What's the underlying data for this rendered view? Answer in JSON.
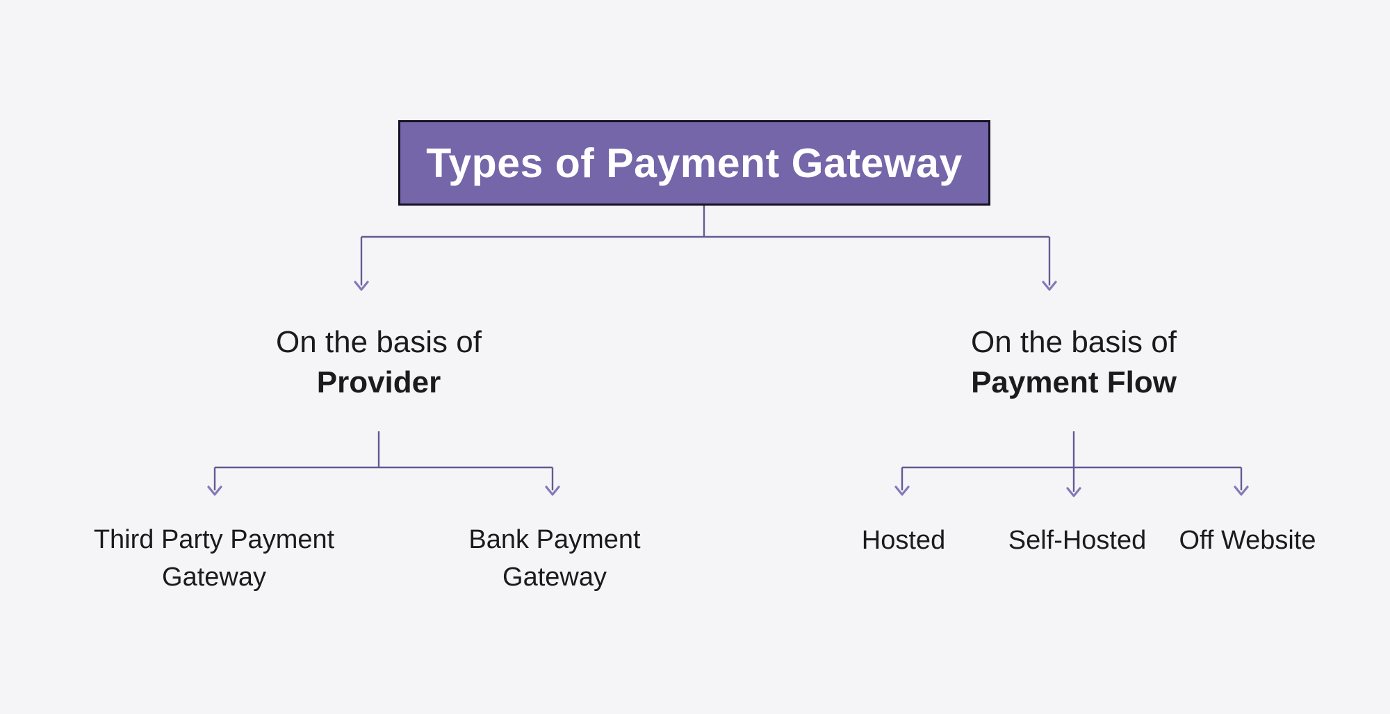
{
  "page": {
    "background_color": "#f5f5f8",
    "text_color": "#1b1b1d"
  },
  "title_box": {
    "label": "Types of Payment Gateway",
    "fill_color": "#7565a9",
    "border_color": "#171123",
    "text_color": "#ffffff"
  },
  "connectors": {
    "line_color": "#645a92",
    "arrowhead_color": "#8478b8"
  },
  "branches": {
    "provider": {
      "prefix": "On the basis of",
      "name": "Provider",
      "children": {
        "third_party": {
          "line1": "Third Party Payment",
          "line2": "Gateway"
        },
        "bank": {
          "line1": "Bank Payment",
          "line2": "Gateway"
        }
      }
    },
    "payment_flow": {
      "prefix": "On the basis of",
      "name": "Payment Flow",
      "children": {
        "hosted": {
          "label": "Hosted"
        },
        "self_hosted": {
          "label": "Self-Hosted"
        },
        "off_website": {
          "label": "Off Website"
        }
      }
    }
  }
}
